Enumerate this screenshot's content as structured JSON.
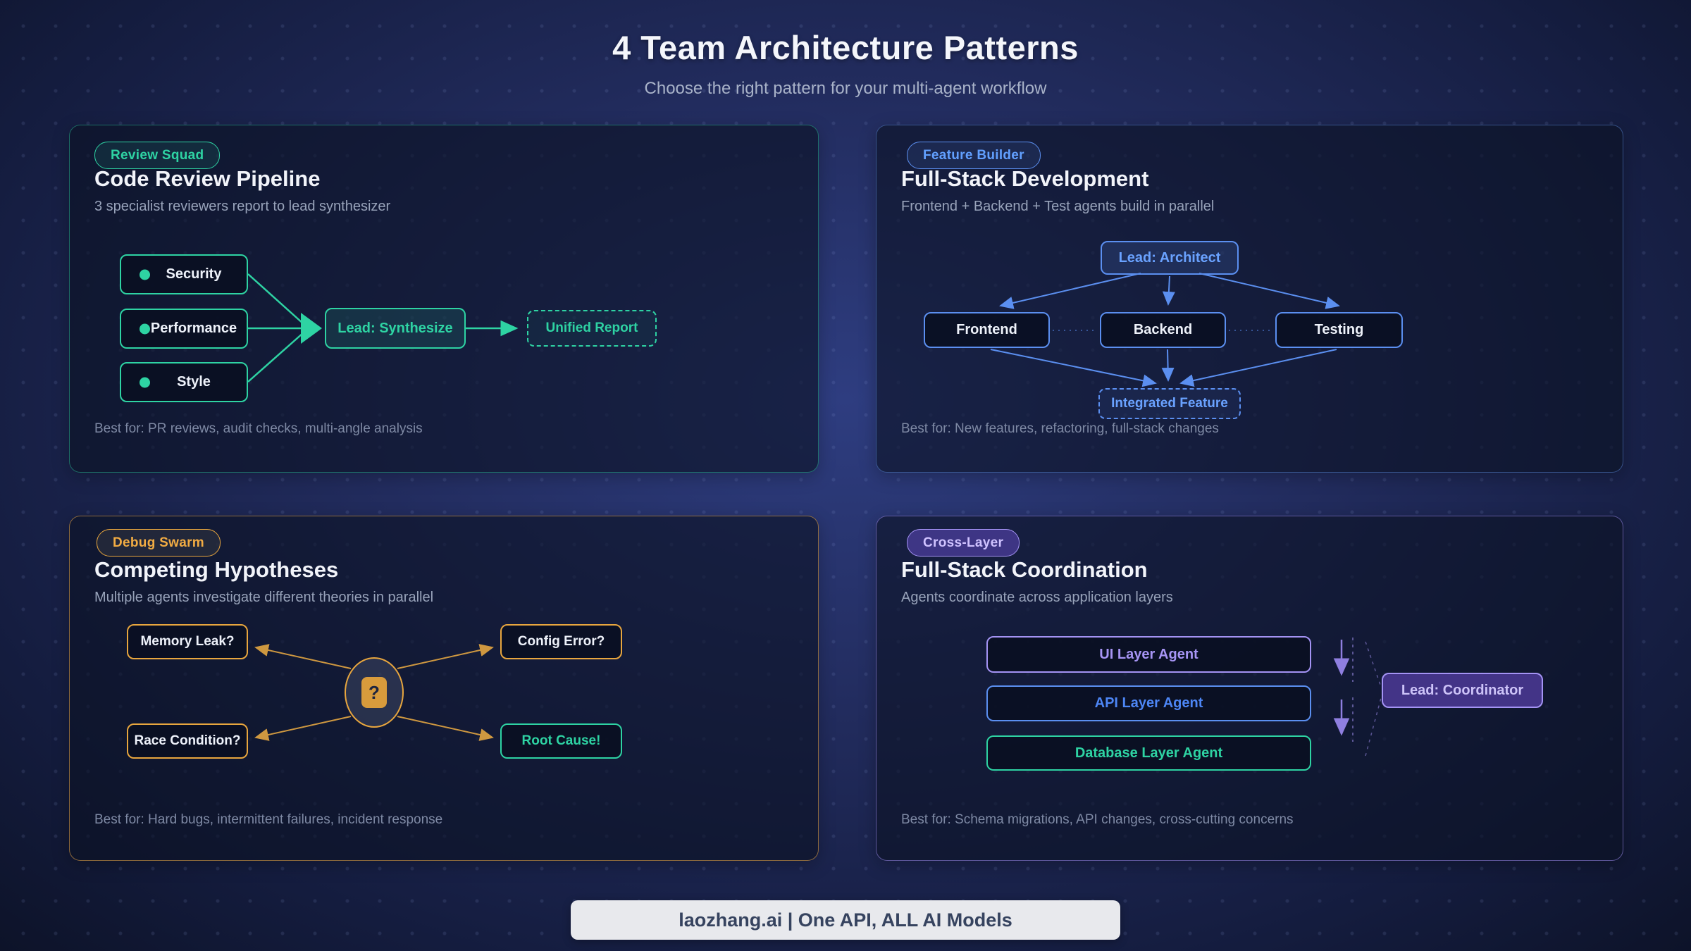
{
  "page": {
    "title": "4 Team Architecture Patterns",
    "subtitle": "Choose the right pattern for your multi-agent workflow",
    "footer": "laozhang.ai | One API, ALL AI Models"
  },
  "theme": {
    "green": "#2ed3a3",
    "blue": "#5b8ff0",
    "orange": "#e8a63e",
    "purple": "#a493f4",
    "background": "#1d2650",
    "card_background": "#121a38"
  },
  "cards": [
    {
      "badge": "Review Squad",
      "title": "Code Review Pipeline",
      "subtitle": "3 specialist reviewers report to lead synthesizer",
      "best_for": "Best for: PR reviews, audit checks, multi-angle analysis",
      "nodes": {
        "reviewers": [
          "Security",
          "Performance",
          "Style"
        ],
        "lead": "Lead: Synthesize",
        "output": "Unified Report"
      }
    },
    {
      "badge": "Feature Builder",
      "title": "Full-Stack Development",
      "subtitle": "Frontend + Backend + Test agents build in parallel",
      "best_for": "Best for: New features, refactoring, full-stack changes",
      "nodes": {
        "lead": "Lead: Architect",
        "workers": [
          "Frontend",
          "Backend",
          "Testing"
        ],
        "output": "Integrated Feature"
      }
    },
    {
      "badge": "Debug Swarm",
      "title": "Competing Hypotheses",
      "subtitle": "Multiple agents investigate different theories in parallel",
      "best_for": "Best for: Hard bugs, intermittent failures, incident response",
      "nodes": {
        "hypothesis_1": "Memory Leak?",
        "hypothesis_2": "Race Condition?",
        "hypothesis_3": "Config Error?",
        "center": "?",
        "result": "Root Cause!"
      }
    },
    {
      "badge": "Cross-Layer",
      "title": "Full-Stack Coordination",
      "subtitle": "Agents coordinate across application layers",
      "best_for": "Best for: Schema migrations, API changes, cross-cutting concerns",
      "nodes": {
        "layers": [
          "UI Layer Agent",
          "API Layer Agent",
          "Database Layer Agent"
        ],
        "lead": "Lead: Coordinator"
      }
    }
  ]
}
